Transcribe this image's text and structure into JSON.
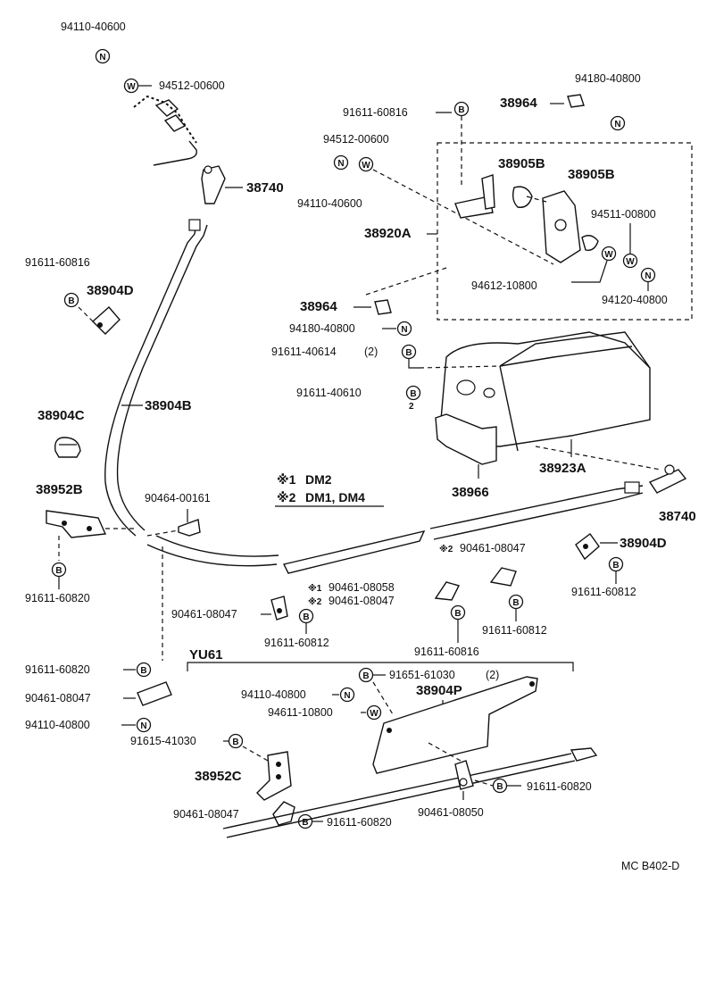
{
  "legend": {
    "row1_mark": "※1",
    "row1_models": "DM2",
    "row2_mark": "※2",
    "row2_models": "DM1, DM4"
  },
  "section_label": "YU61",
  "figure_code": "MC B402-D",
  "symbols": {
    "N": "N",
    "W": "W",
    "B": "B"
  },
  "parts": {
    "p94110_40600_top": "94110-40600",
    "p94512_00600_top": "94512-00600",
    "p38740_top": "38740",
    "p91611_60816_left": "91611-60816",
    "p38904D_left": "38904D",
    "p38904B": "38904B",
    "p38904C": "38904C",
    "p38952B": "38952B",
    "p91611_60820_left": "91611-60820",
    "p90464_00161": "90464-00161",
    "p91611_60816_top": "91611-60816",
    "p94512_00600_mid": "94512-00600",
    "p94110_40600_mid": "94110-40600",
    "p38964_top": "38964",
    "p94180_40800_top": "94180-40800",
    "p38905B_a": "38905B",
    "p38905B_b": "38905B",
    "p38920A": "38920A",
    "p94511_00800": "94511-00800",
    "p94612_10800": "94612-10800",
    "p94120_40800": "94120-40800",
    "p38964_mid": "38964",
    "p94180_40800_mid": "94180-40800",
    "p91611_40614": "91611-40614",
    "p91611_40614_qty": "(2)",
    "p91611_40610": "91611-40610",
    "p38923A": "38923A",
    "p38966": "38966",
    "p38740_right": "38740",
    "p38904D_right": "38904D",
    "p91611_60812_right": "91611-60812",
    "p90461_08047_s2": "90461-08047",
    "p90461_08058_s1": "90461-08058",
    "p90461_08047_s2b": "90461-08047",
    "p91611_60812_mid": "91611-60812",
    "p90461_08047_clip": "90461-08047",
    "p91611_60812_clip": "91611-60812",
    "p91611_60816_bottom": "91611-60816",
    "p91611_60820_yu": "91611-60820",
    "p90461_08047_yu": "90461-08047",
    "p94110_40800_yu": "94110-40800",
    "p91615_41030": "91615-41030",
    "p38952C": "38952C",
    "p90461_08047_bottom": "90461-08047",
    "p91611_60820_bottom": "91611-60820",
    "p91651_61030": "91651-61030",
    "p91651_61030_qty": "(2)",
    "p94110_40800_plate": "94110-40800",
    "p94611_10800": "94611-10800",
    "p38904P": "38904P",
    "p91611_60820_br": "91611-60820",
    "p90461_08050": "90461-08050"
  }
}
